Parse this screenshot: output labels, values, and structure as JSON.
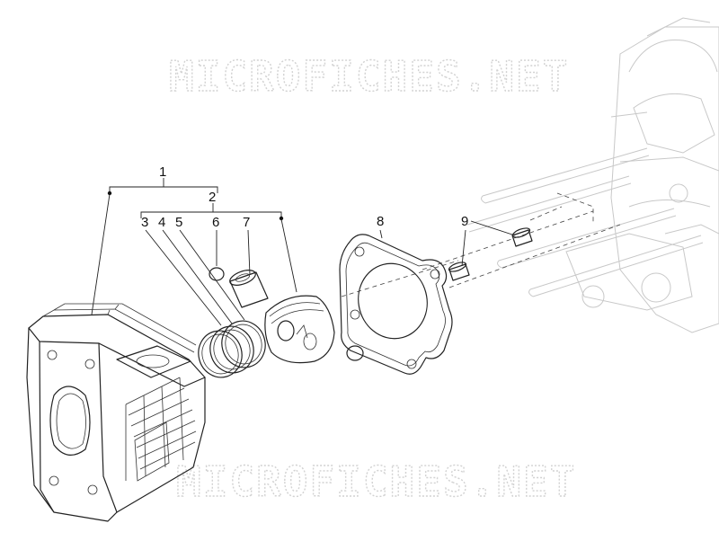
{
  "watermark": "MICROFICHES.NET",
  "callouts": [
    {
      "id": "1",
      "label": "1"
    },
    {
      "id": "2",
      "label": "2"
    },
    {
      "id": "3",
      "label": "3"
    },
    {
      "id": "4",
      "label": "4"
    },
    {
      "id": "5",
      "label": "5"
    },
    {
      "id": "6",
      "label": "6"
    },
    {
      "id": "7",
      "label": "7"
    },
    {
      "id": "8",
      "label": "8"
    },
    {
      "id": "9",
      "label": "9"
    }
  ]
}
